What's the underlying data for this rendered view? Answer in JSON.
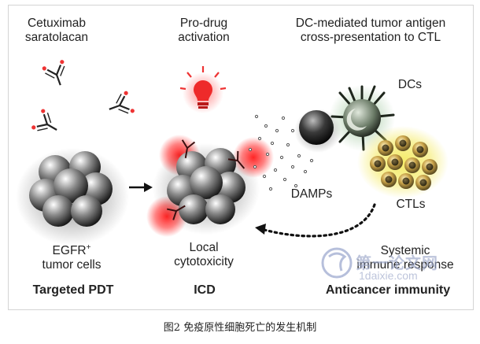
{
  "labels": {
    "cetuximab": [
      "Cetuximab",
      "saratolacan"
    ],
    "prodrug": [
      "Pro-drug",
      "activation"
    ],
    "dc_mediated": [
      "DC-mediated tumor antigen",
      "cross-presentation to CTL"
    ],
    "dcs": "DCs",
    "damps": "DAMPs",
    "ctls": "CTLs",
    "egfr_line1": "EGFR",
    "egfr_sup": "+",
    "egfr_line2": "tumor cells",
    "local": [
      "Local",
      "cytotoxicity"
    ],
    "systemic": [
      "Systemic",
      "immune response"
    ]
  },
  "sections": {
    "targeted_pdt": "Targeted PDT",
    "icd": "ICD",
    "anticancer": "Anticancer immunity"
  },
  "watermark": {
    "text": "第一论文网",
    "url": "1daixie.com"
  },
  "caption": "图2  免疫原性细胞死亡的发生机制",
  "colors": {
    "red_glow": "#ff1a1a",
    "bulb": "#ee2a2a",
    "dc_glow": "#a8c8a0",
    "ctl_glow": "#f4ea60",
    "ctl_cell": "#c8a248",
    "cluster": "#2a2a2a"
  }
}
